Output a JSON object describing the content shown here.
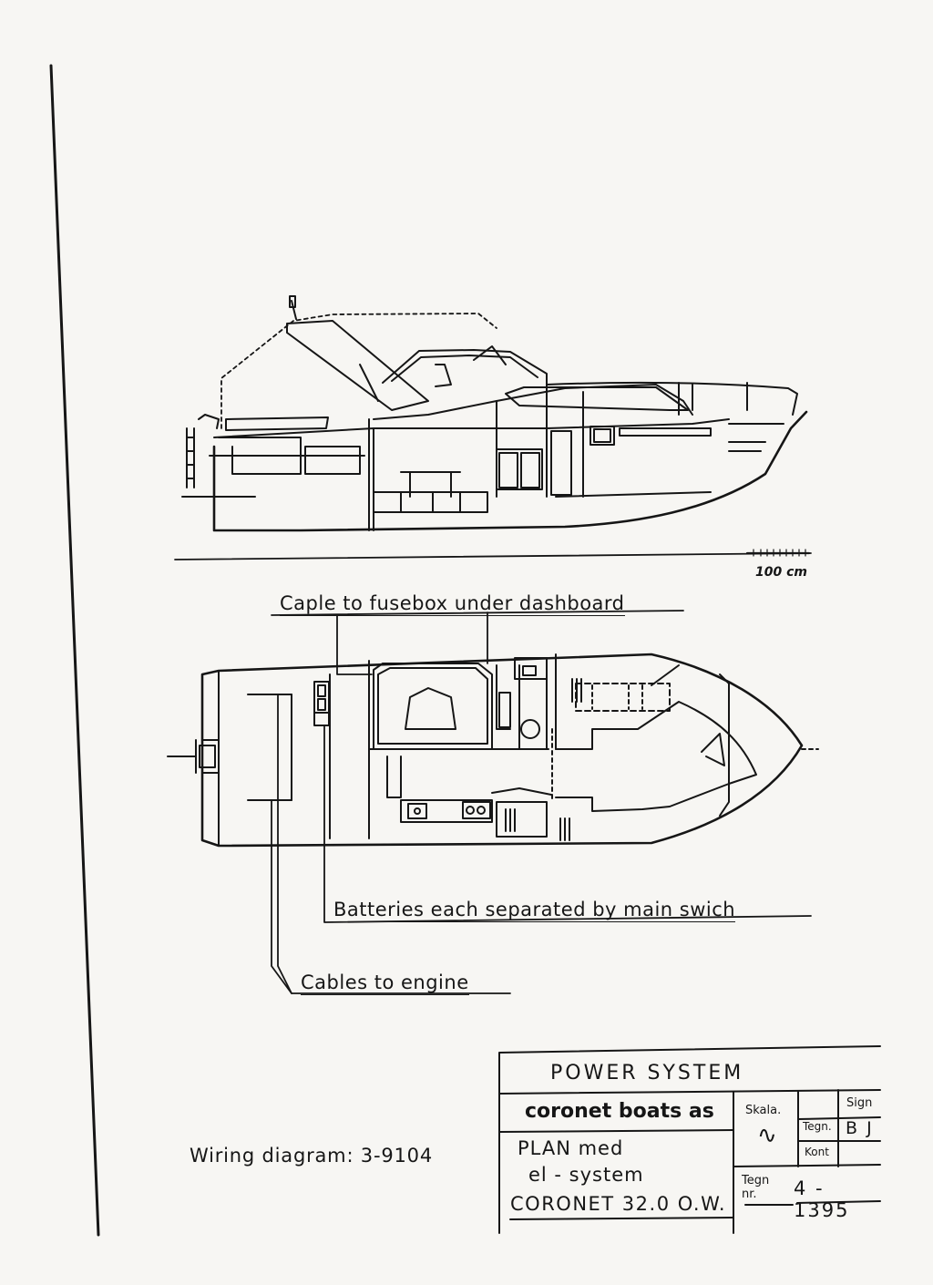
{
  "drawing": {
    "scale_label": "100 cm",
    "annotations": {
      "caple": "Caple   to fusebox  under dashboard",
      "batteries": "Batteries   each  separated  by main  swich",
      "cables": "Cables   to engine"
    },
    "wiring_diagram": "Wiring diagram:  3-9104"
  },
  "title_block": {
    "title": "POWER  SYSTEM",
    "company": "coronet boats as",
    "description_line1": "PLAN  med",
    "description_line2": "el - system",
    "model": "CORONET 32.0  O.W.",
    "skala_label": "Skala.",
    "skala_value": "∿",
    "sign_label": "Sign",
    "tegn_label": "Tegn.",
    "tegn_sign": "B J",
    "kont_label": "Kont",
    "tegn_nr_label": "Tegn\nnr.",
    "tegn_nr_value": "4 - 1395"
  },
  "colors": {
    "ink": "#161616",
    "paper": "#f7f6f3"
  }
}
